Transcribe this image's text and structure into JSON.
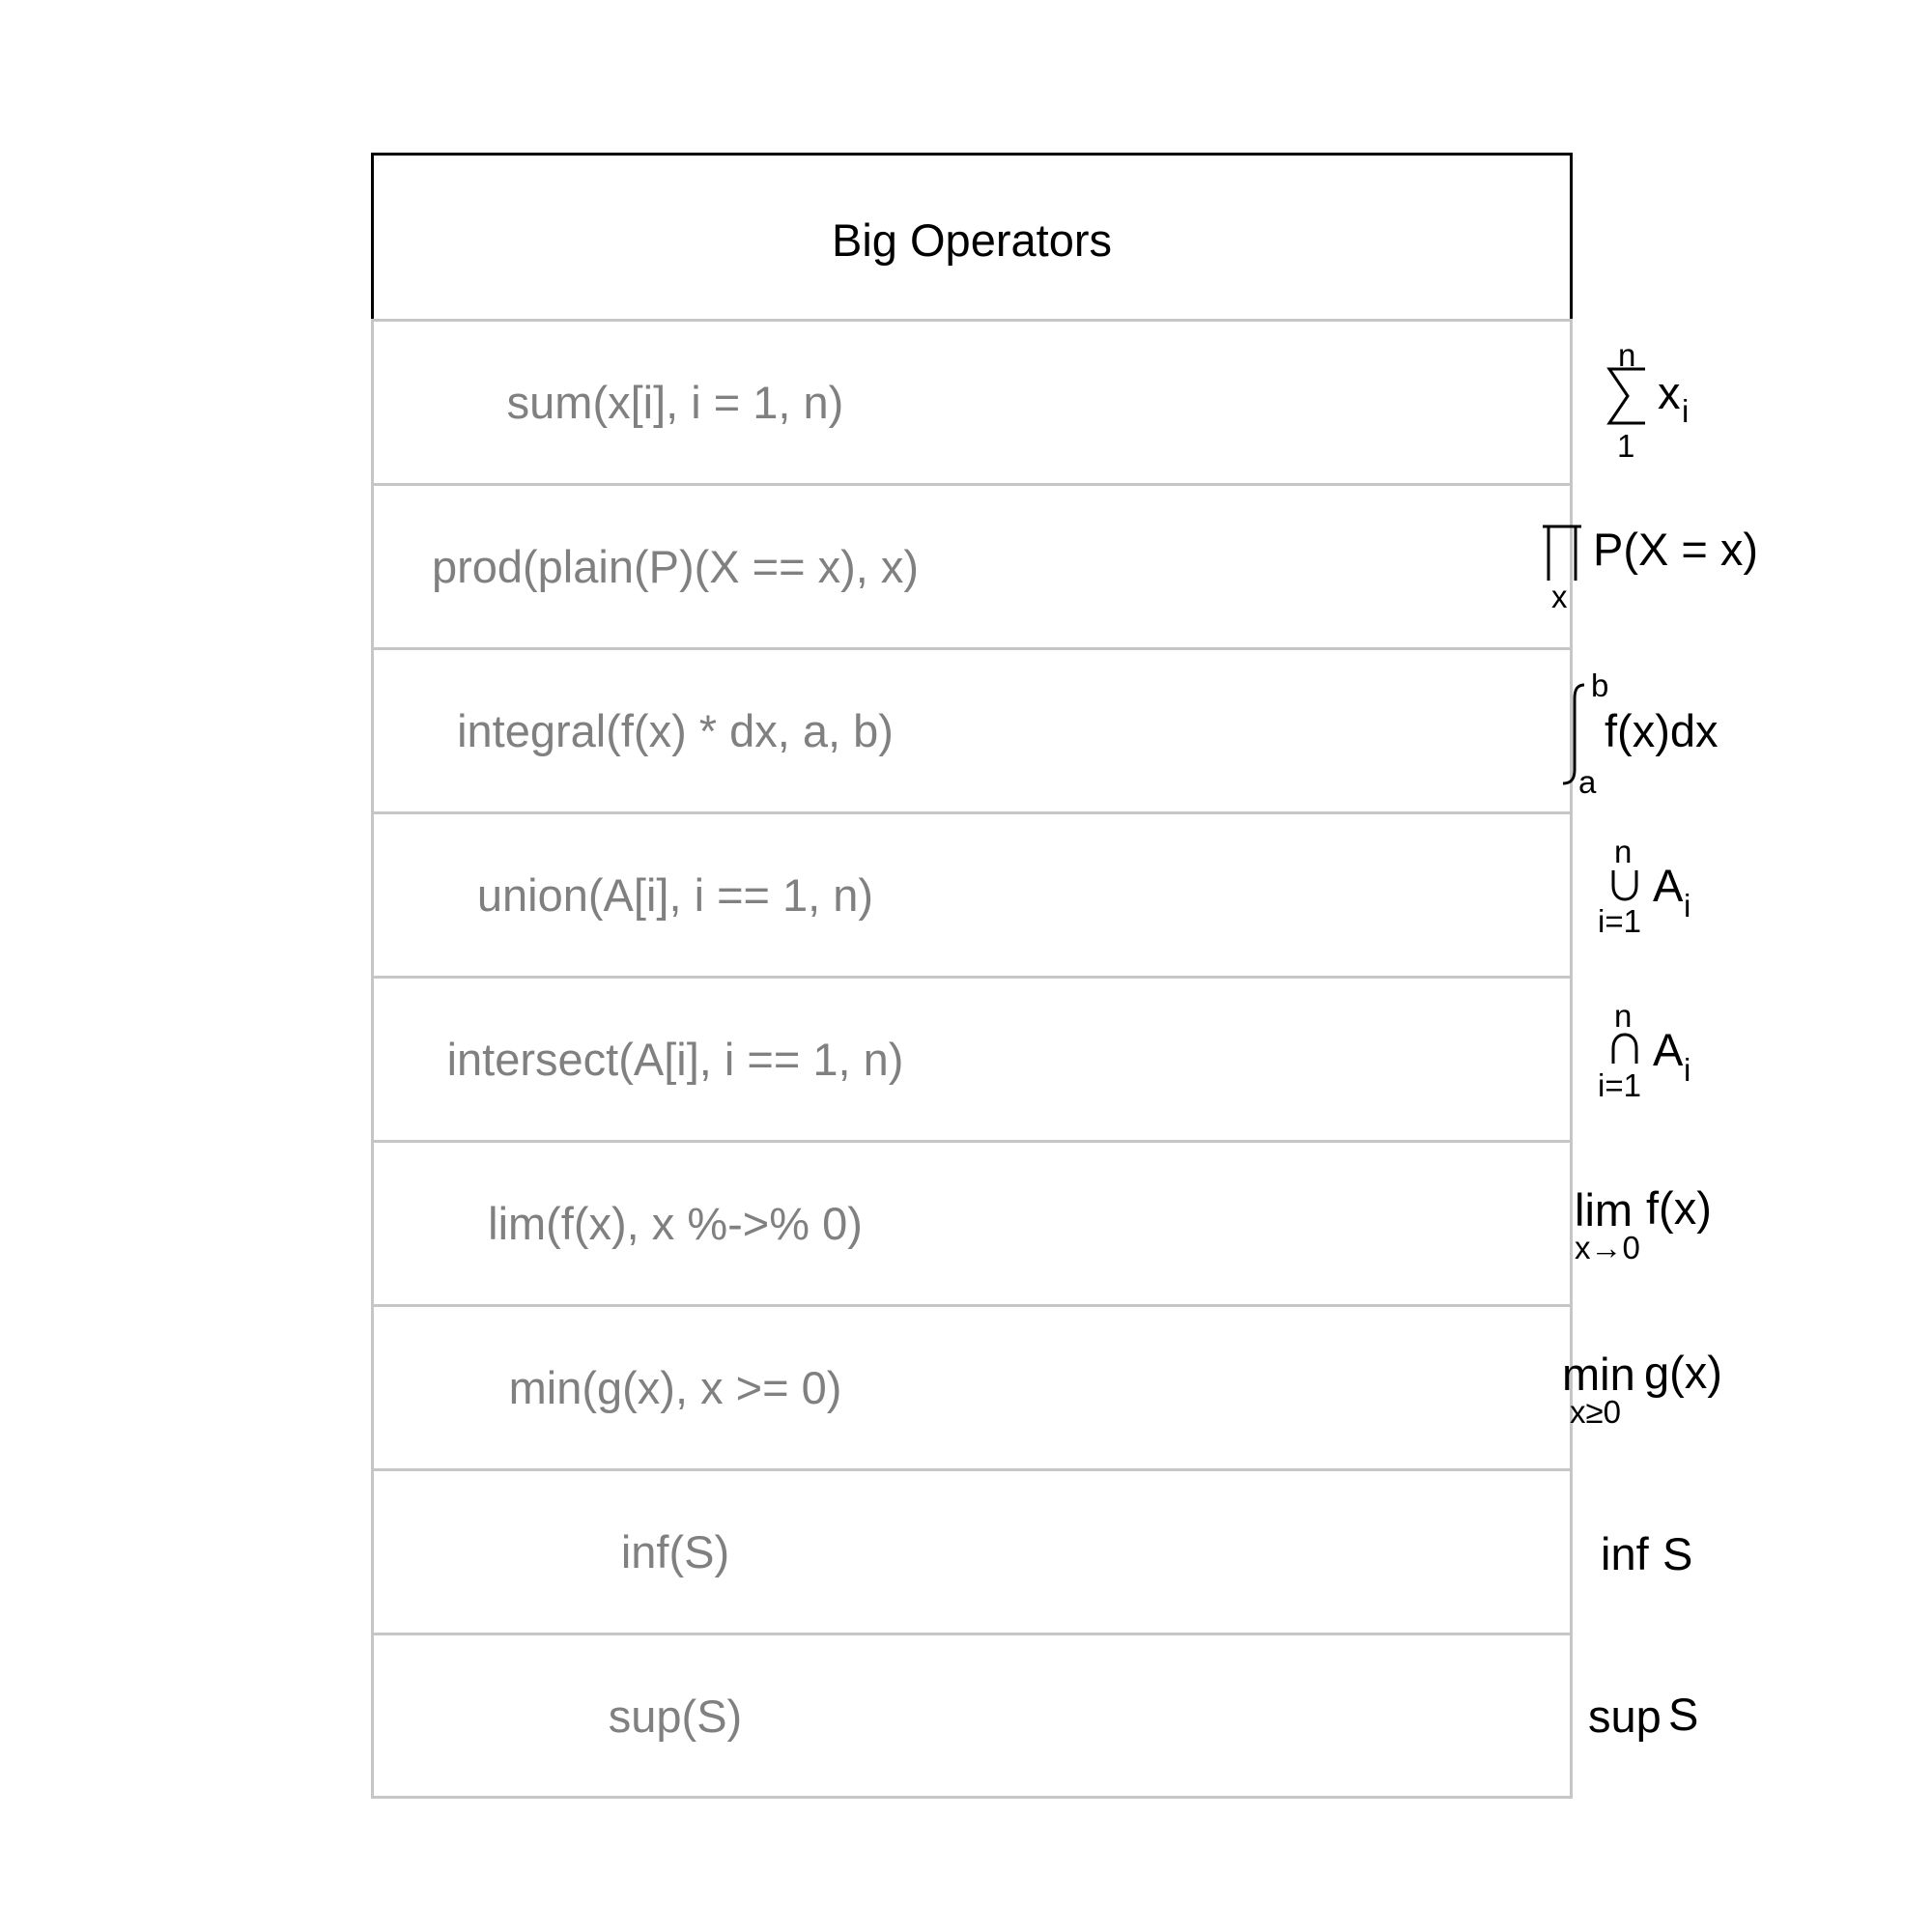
{
  "table": {
    "title": "Big Operators",
    "rows": [
      {
        "code": "sum(x[i], i = 1, n)",
        "math": {
          "upper": "n",
          "lower": "1",
          "body": "x",
          "sub": "i"
        }
      },
      {
        "code": "prod(plain(P)(X == x), x)",
        "math": {
          "lower": "x",
          "body": "P(X = x)"
        }
      },
      {
        "code": "integral(f(x) * dx, a, b)",
        "math": {
          "upper": "b",
          "lower": "a",
          "body": "f(x)dx"
        }
      },
      {
        "code": "union(A[i], i == 1, n)",
        "math": {
          "upper": "n",
          "lower": "i=1",
          "body": "A",
          "sub": "i"
        }
      },
      {
        "code": "intersect(A[i], i == 1, n)",
        "math": {
          "upper": "n",
          "lower": "i=1",
          "body": "A",
          "sub": "i"
        }
      },
      {
        "code": "lim(f(x), x %->% 0)",
        "math": {
          "op": "lim",
          "lower": "x→0",
          "body": "f(x)"
        }
      },
      {
        "code": "min(g(x), x >= 0)",
        "math": {
          "op": "min",
          "lower": "x≥0",
          "body": "g(x)"
        }
      },
      {
        "code": "inf(S)",
        "math": {
          "op": "inf",
          "body": "S"
        }
      },
      {
        "code": "sup(S)",
        "math": {
          "op": "sup",
          "body": "S"
        }
      }
    ]
  }
}
